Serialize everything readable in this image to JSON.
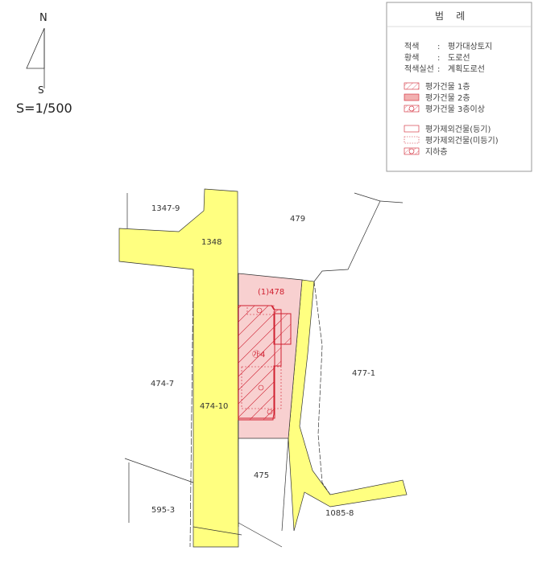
{
  "north_arrow": {
    "north": "N",
    "south": "S",
    "scale": "S=1/500"
  },
  "legend": {
    "title": "범    례",
    "rows": [
      {
        "key": "적색",
        "sep": ":",
        "value": "평가대상토지"
      },
      {
        "key": "황색",
        "sep": ":",
        "value": "도로선"
      },
      {
        "key": "적색실선",
        "sep": ":",
        "value": "계획도로선"
      }
    ],
    "symbols": [
      {
        "label": "평가건물 1층"
      },
      {
        "label": "평가건물 2층"
      },
      {
        "label": "평가건물 3층이상"
      },
      {
        "label": "평가제외건물(등기)"
      },
      {
        "label": "평가제외건물(미등기)"
      },
      {
        "label": "지하층"
      }
    ]
  },
  "parcels": {
    "p1347_9": "1347-9",
    "p1348": "1348",
    "p479": "479",
    "p478": "(1)478",
    "building": "㉮4",
    "p474_7": "474-7",
    "p474_10": "474-10",
    "p477_1": "477-1",
    "p475": "475",
    "p595_3": "595-3",
    "p1085_8": "1085-8"
  },
  "colors": {
    "road": "#ffff80",
    "target": "#f8d0d0",
    "building": "#d02030"
  }
}
